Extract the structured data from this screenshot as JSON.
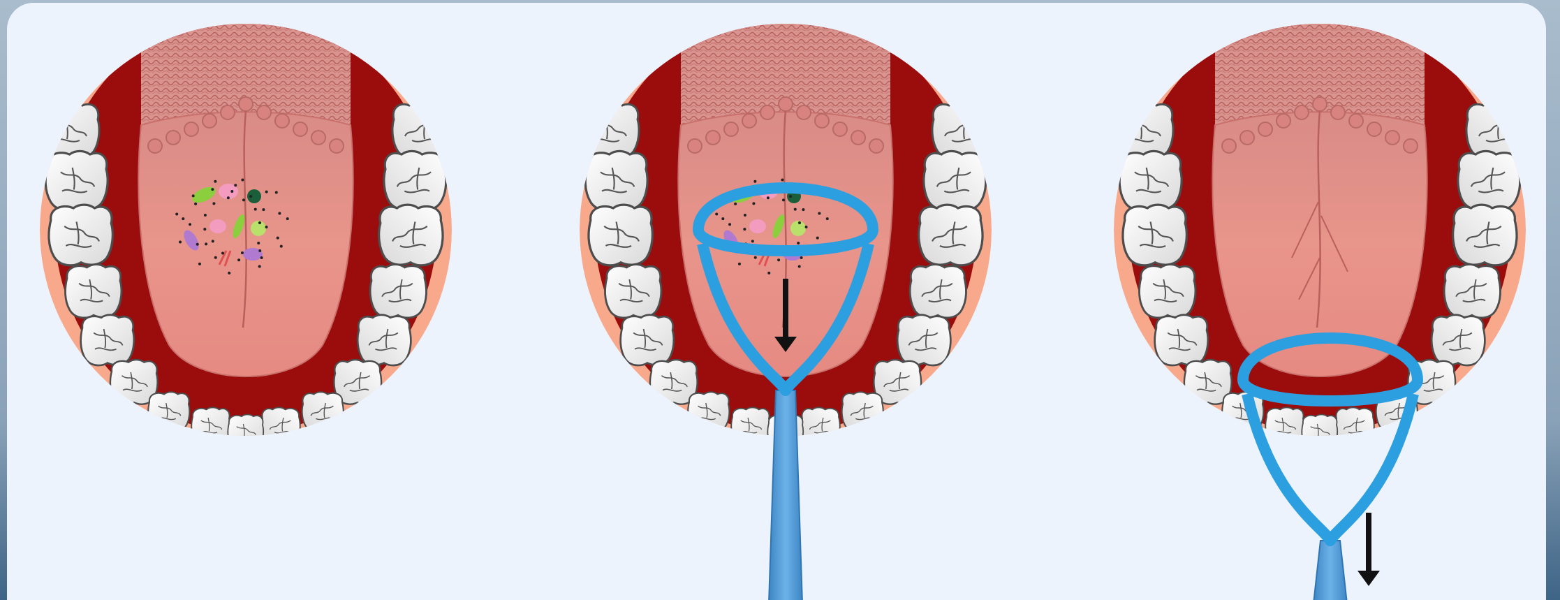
{
  "illustration": {
    "steps": [
      {
        "id": "before",
        "germs": true,
        "scraper": false
      },
      {
        "id": "scraping",
        "germs": true,
        "scraper": true,
        "arrow": "down"
      },
      {
        "id": "after",
        "germs": false,
        "scraper": true,
        "arrow": "down"
      }
    ],
    "colors": {
      "card_background": "#edf3fd",
      "page_background": "#8aa2b8",
      "gum": "#9b0d0d",
      "halo": "#f8a98c",
      "tongue": "#e48e85",
      "tongue_back": "#d98d8a",
      "tooth": "#ffffff",
      "tooth_outline": "#555555",
      "scraper": "#2b9fe0",
      "scraper_handle": "#4a95d0",
      "arrow": "#111111",
      "germ_green": "#8ccf3e",
      "germ_pink": "#f49bc0",
      "germ_purple": "#b07ad0",
      "germ_dark": "#1a5e3a"
    },
    "icons": [
      "tooth-icon",
      "tongue-icon",
      "germ-icon",
      "tongue-scraper-icon",
      "down-arrow-icon"
    ]
  }
}
